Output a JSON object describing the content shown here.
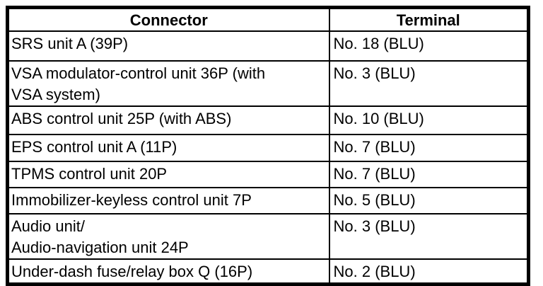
{
  "table": {
    "title": "Connector / Terminal table",
    "colors": {
      "border": "#000000",
      "background": "#ffffff",
      "text": "#000000"
    },
    "headers": {
      "connector": "Connector",
      "terminal": "Terminal"
    },
    "rows": [
      {
        "connector": "SRS unit A (39P)",
        "terminal": "No. 18 (BLU)"
      },
      {
        "connector": "VSA modulator-control unit 36P (with\nVSA system)",
        "terminal": "No. 3 (BLU)"
      },
      {
        "connector": "ABS control unit 25P (with ABS)",
        "terminal": "No. 10 (BLU)"
      },
      {
        "connector": "EPS control unit A (11P)",
        "terminal": "No. 7 (BLU)"
      },
      {
        "connector": "TPMS control unit 20P",
        "terminal": "No. 7 (BLU)"
      },
      {
        "connector": "Immobilizer-keyless control unit 7P",
        "terminal": "No. 5 (BLU)"
      },
      {
        "connector": "Audio unit/\nAudio-navigation unit 24P",
        "terminal": "No. 3 (BLU)"
      },
      {
        "connector": "Under-dash fuse/relay box Q (16P)",
        "terminal": "No. 2 (BLU)"
      }
    ]
  }
}
